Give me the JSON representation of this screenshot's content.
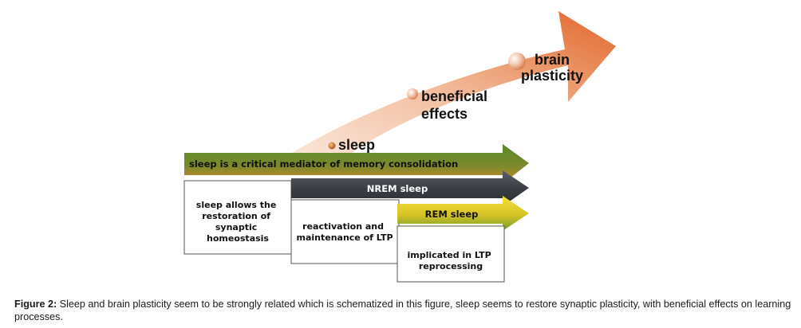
{
  "diagram": {
    "curve_labels": {
      "sleep": "sleep",
      "beneficial_line1": "beneficial",
      "beneficial_line2": "effects",
      "brain_line1": "brain",
      "brain_line2": "plasticity"
    },
    "bars": {
      "top": "sleep is a critical mediator of memory consolidation",
      "nrem": "NREM sleep",
      "rem": "REM sleep"
    },
    "boxes": {
      "box1_lines": [
        "sleep allows the",
        "restoration of",
        "synaptic",
        "homeostasis"
      ],
      "box2_lines": [
        "reactivation and",
        "maintenance of LTP"
      ],
      "box3_lines": [
        "implicated in LTP",
        "reprocessing"
      ]
    },
    "colors": {
      "curve_light": "#f6d7c6",
      "curve_dark": "#e8742f",
      "top_bar_green": "#5f8a2a",
      "top_bar_orange": "#d98a2e",
      "nrem_dark": "#3e4247",
      "rem_yellow": "#f2d12a",
      "rem_green": "#6f9a2c"
    }
  },
  "caption": {
    "label": "Figure 2:",
    "text": " Sleep and brain plasticity seem to be strongly related which is schematized in this figure, sleep seems to restore synaptic plasticity, with beneficial effects on learning processes."
  }
}
